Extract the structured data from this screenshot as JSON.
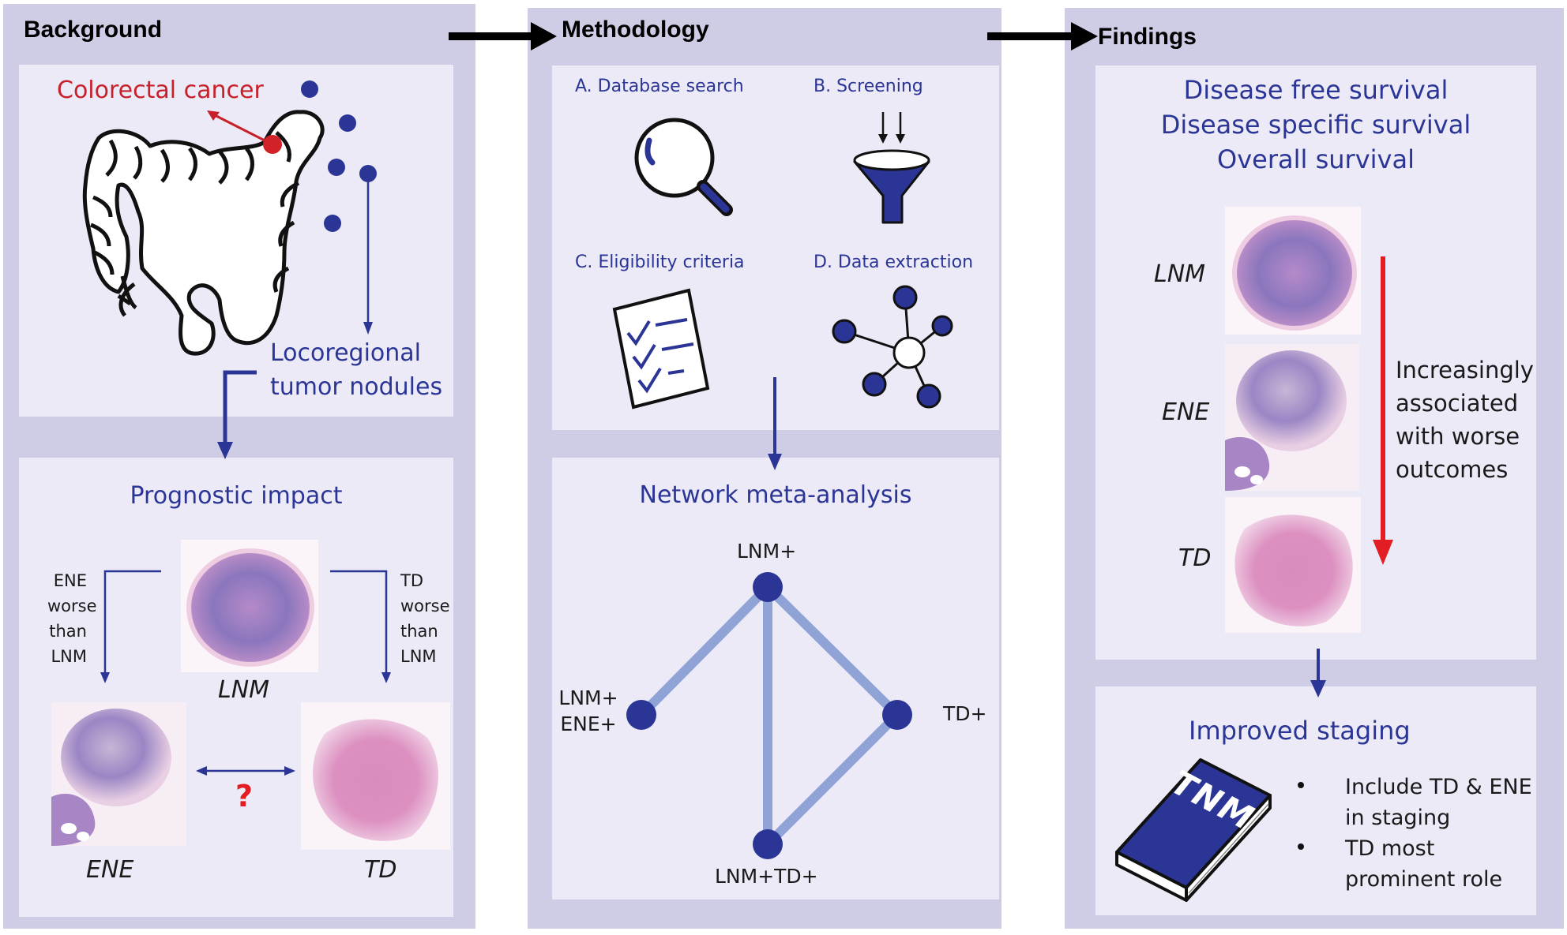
{
  "background": {
    "title": "Background",
    "colorectal_label": "Colorectal cancer",
    "nodules_line1": "Locoregional",
    "nodules_line2": "tumor nodules",
    "prognostic_title": "Prognostic impact",
    "ene_note": [
      "ENE",
      "worse",
      "than",
      "LNM"
    ],
    "td_note": [
      "TD",
      "worse",
      "than",
      "LNM"
    ],
    "lnm_caption": "LNM",
    "ene_caption": "ENE",
    "td_caption": "TD",
    "question_mark": "?"
  },
  "methodology": {
    "title": "Methodology",
    "step_a": "A. Database search",
    "step_b": "B. Screening",
    "step_c": "C. Eligibility criteria",
    "step_d": "D. Data extraction",
    "nma_title": "Network meta-analysis",
    "nodes": {
      "lnm": "LNM+",
      "lnm_ene_line1": "LNM+",
      "lnm_ene_line2": "ENE+",
      "td": "TD+",
      "lnm_td": "LNM+TD+"
    }
  },
  "findings": {
    "title": "Findings",
    "outcome_1": "Disease free survival",
    "outcome_2": "Disease specific survival",
    "outcome_3": "Overall survival",
    "lnm_caption": "LNM",
    "ene_caption": "ENE",
    "td_caption": "TD",
    "trend_line1": "Increasingly",
    "trend_line2": "associated",
    "trend_line3": "with worse",
    "trend_line4": "outcomes",
    "staging_title": "Improved staging",
    "book_label": "TNM",
    "bullet_1_line1": "Include TD & ENE",
    "bullet_1_line2": "in staging",
    "bullet_2_line1": "TD most",
    "bullet_2_line2": "prominent role"
  },
  "colors": {
    "panel": "#cfcde6",
    "inner": "#ebeaf6",
    "accent_blue": "#2b3596",
    "network_edge": "#8fa3d6",
    "alert_red": "#e31d24",
    "cancer_red": "#c8202a"
  }
}
